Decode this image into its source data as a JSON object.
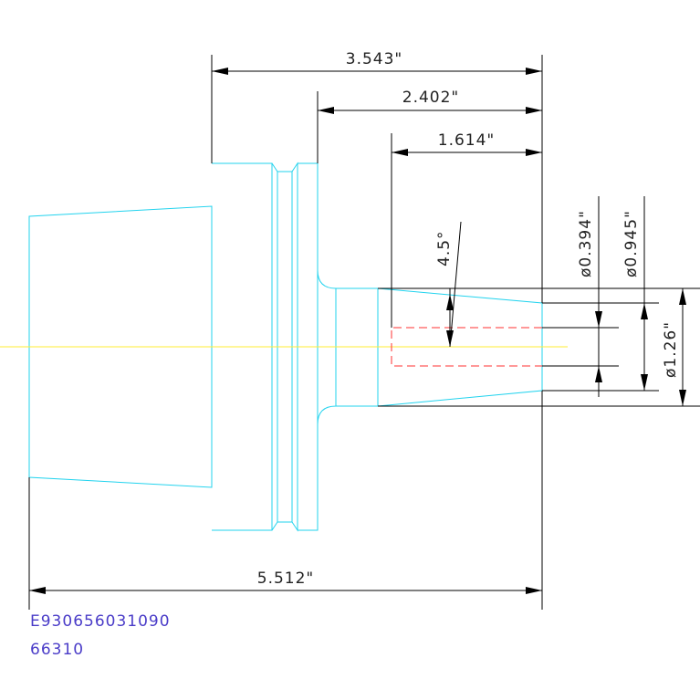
{
  "dimensions": {
    "overall_length": "5.512\"",
    "flange_to_end": "3.543\"",
    "shank_length": "2.402\"",
    "bore_depth": "1.614\"",
    "taper_angle": "4.5°",
    "bore_diameter": "ø0.394\"",
    "taper_mouth_diameter": "ø0.945\"",
    "nose_diameter": "ø1.26\""
  },
  "part_codes": {
    "order_number": "E930656031090",
    "item_number": "66310"
  },
  "colors": {
    "part_outline": "#22d3ee",
    "dimension_lines": "#000000",
    "hidden_lines": "#ff3030",
    "center_line": "#ffee33",
    "code_text": "#4a3cc8"
  }
}
